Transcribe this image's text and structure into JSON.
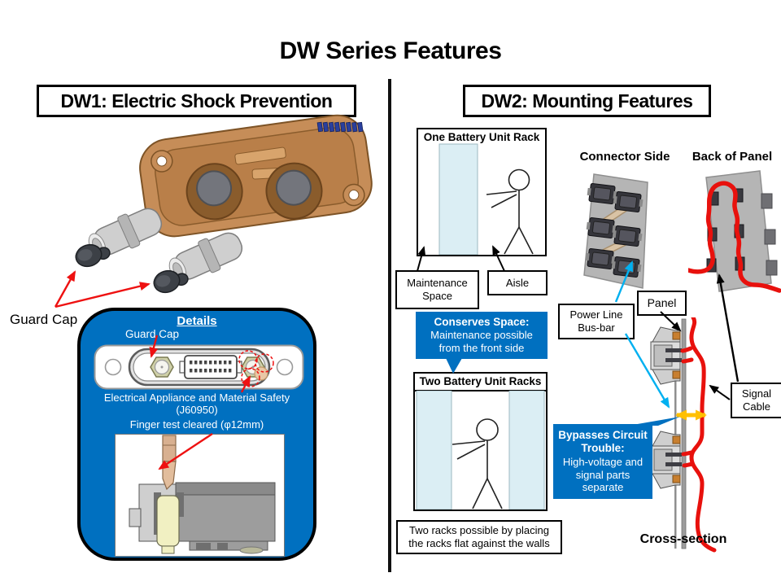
{
  "title": "DW Series Features",
  "left": {
    "header": "DW1: Electric Shock Prevention",
    "guard_cap_label": "Guard Cap",
    "details": {
      "title": "Details",
      "guard_cap": "Guard Cap",
      "safety_line1": "Electrical Appliance and Material Safety",
      "safety_line2": "(J60950)",
      "finger_test": "Finger test cleared (φ12mm)"
    }
  },
  "right": {
    "header": "DW2: Mounting Features",
    "one_rack": {
      "title": "One Battery Unit Rack",
      "maintenance_space_label": "Maintenance Space",
      "aisle_label": "Aisle"
    },
    "conserves": {
      "heading": "Conserves Space:",
      "body": "Maintenance possible from the front side"
    },
    "two_racks": {
      "title": "Two Battery Unit Racks",
      "note": "Two racks possible by placing the racks flat against the walls"
    },
    "connector_side_label": "Connector Side",
    "back_of_panel_label": "Back of Panel",
    "power_line_busbar_label": "Power Line Bus-bar",
    "panel_label": "Panel",
    "signal_cable_label": "Signal Cable",
    "bypasses": {
      "heading": "Bypasses Circuit Trouble:",
      "body": "High-voltage and signal parts separate"
    },
    "cross_section_label": "Cross-section"
  },
  "colors": {
    "accent_blue": "#0070C0",
    "rack_fill": "#DBEEF4",
    "arrow_red": "#EE1111",
    "cable_red": "#E8110D",
    "arrow_cyan": "#00B0F0",
    "arrow_yellow": "#FFC000",
    "panel_gray": "#B5B5B5",
    "housing_tan": "#C68D58"
  }
}
